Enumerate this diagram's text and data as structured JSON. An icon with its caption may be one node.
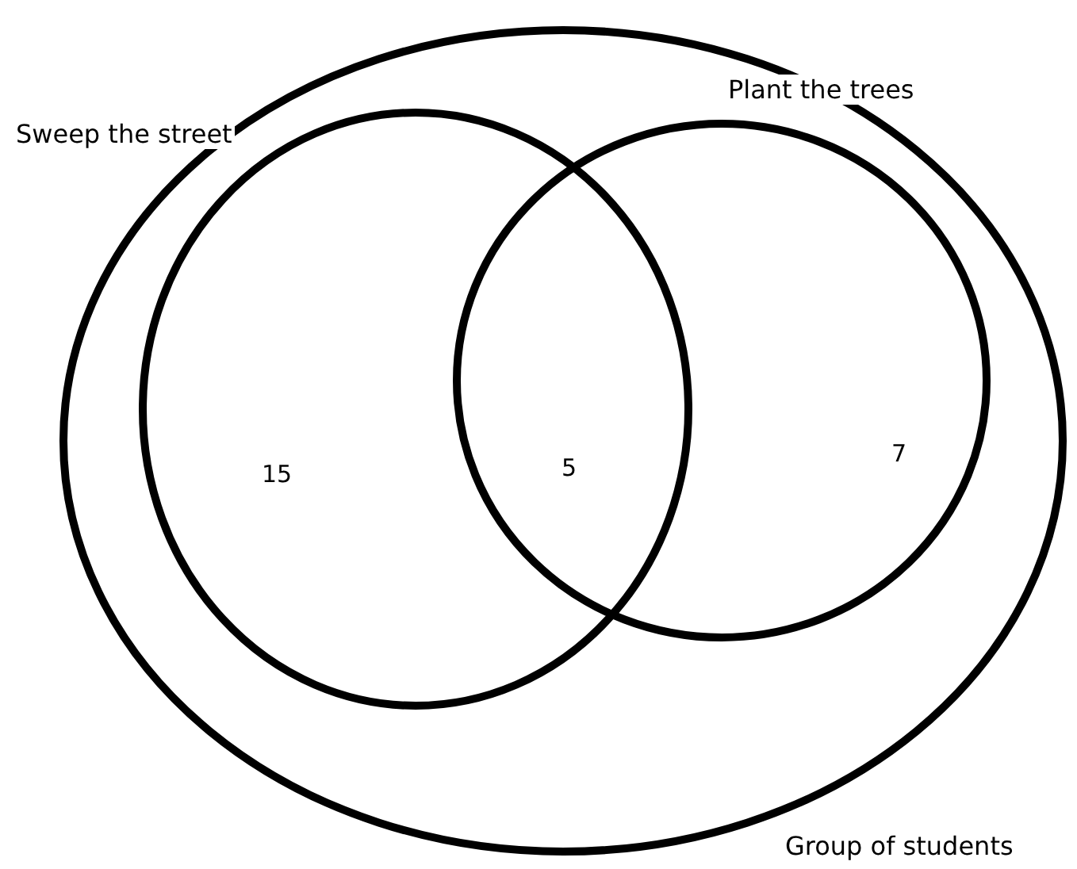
{
  "diagram": {
    "nodes": [
      {
        "text": [
          "Group of students"
        ]
      },
      {
        "text": [
          "Sweep the street"
        ],
        "in": 0
      },
      {
        "text": [
          "Plant the trees"
        ],
        "in": 0
      }
    ],
    "labels": [
      "15",
      "5",
      "7"
    ]
  }
}
